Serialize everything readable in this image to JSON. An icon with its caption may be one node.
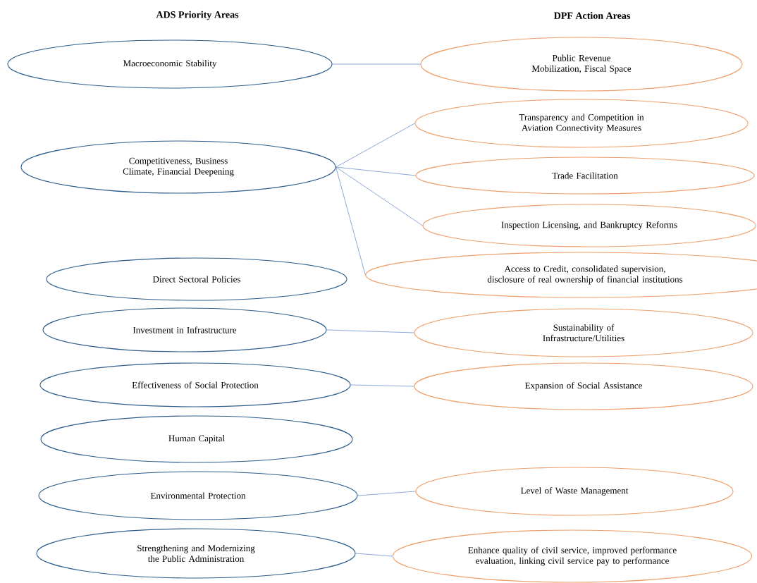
{
  "diagram": {
    "nodes": [
      {
        "text": [
          "Macroeconomic Stability"
        ]
      },
      {
        "text": [
          "Competitiveness, Business Climate, Financial Deepening"
        ]
      },
      {
        "text": [
          "Direct Sectoral Policies"
        ]
      },
      {
        "text": [
          "Investment in Infrastructure"
        ]
      },
      {
        "text": [
          "Effectiveness of Social Protection"
        ]
      },
      {
        "text": [
          "Human Capital"
        ]
      },
      {
        "text": [
          "Environmental Protection"
        ]
      },
      {
        "text": [
          "Strengthening and Modernizing the Public Administration"
        ]
      },
      {
        "text": [
          "Public Revenue Mobilization, Fiscal Space"
        ]
      },
      {
        "text": [
          "Transparency and Competition in Aviation Connectivity Measures"
        ]
      },
      {
        "text": [
          "Trade Facilitation"
        ]
      },
      {
        "text": [
          "Inspection Licensing, and Bankruptcy Reforms"
        ]
      },
      {
        "text": [
          "Access to Credit, consolidated supervision, disclosure of real ownership of financial institutions"
        ]
      },
      {
        "text": [
          "Sustainability of Infrastructure/Utilities"
        ]
      },
      {
        "text": [
          "Expansion of Social Assistance"
        ]
      },
      {
        "text": [
          "Level of Waste Management"
        ]
      },
      {
        "text": [
          "Enhance quality of civil service, improved performance evaluation, linking civil service pay to performance"
        ]
      }
    ],
    "edges": [
      {
        "from": 0,
        "to": 8,
        "arrow": "none"
      },
      {
        "from": 1,
        "to": 9,
        "arrow": "none"
      },
      {
        "from": 1,
        "to": 10,
        "arrow": "none"
      },
      {
        "from": 1,
        "to": 11,
        "arrow": "none"
      },
      {
        "from": 1,
        "to": 12,
        "arrow": "none"
      },
      {
        "from": 3,
        "to": 13,
        "arrow": "none"
      },
      {
        "from": 4,
        "to": 14,
        "arrow": "none"
      },
      {
        "from": 6,
        "to": 15,
        "arrow": "none"
      },
      {
        "from": 7,
        "to": 16,
        "arrow": "none"
      }
    ],
    "labels": [
      "ADS Priority Areas",
      "DPF Action Areas"
    ]
  }
}
